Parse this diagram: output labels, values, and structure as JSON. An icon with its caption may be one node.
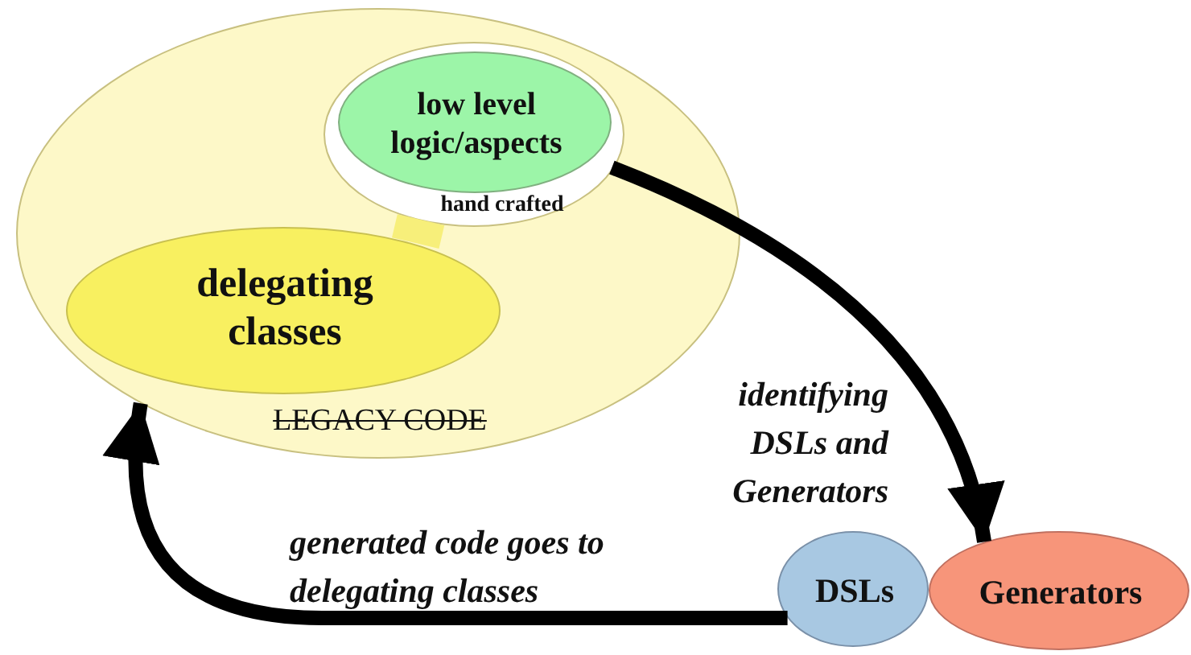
{
  "diagram": {
    "nodes": [
      {
        "text": [
          "LEGACY CODE"
        ]
      },
      {
        "text": [
          "hand crafted"
        ],
        "in": 0
      },
      {
        "text": [
          "low level logic/aspects"
        ],
        "in": 1
      },
      {
        "text": [
          "delegating classes"
        ],
        "in": 0
      },
      {
        "text": [
          "DSLs"
        ]
      },
      {
        "text": [
          "Generators"
        ]
      }
    ],
    "edges": [
      {
        "from": 3,
        "to": 1,
        "arrow": "none",
        "style": "thick",
        "color": "#f7ef7a"
      },
      {
        "from": 1,
        "to": 5,
        "arrow": "to",
        "label": "identifying DSLs and Generators"
      },
      {
        "from": 4,
        "to": 0,
        "arrow": "to",
        "label": "generated code goes to delegating classes"
      }
    ]
  }
}
